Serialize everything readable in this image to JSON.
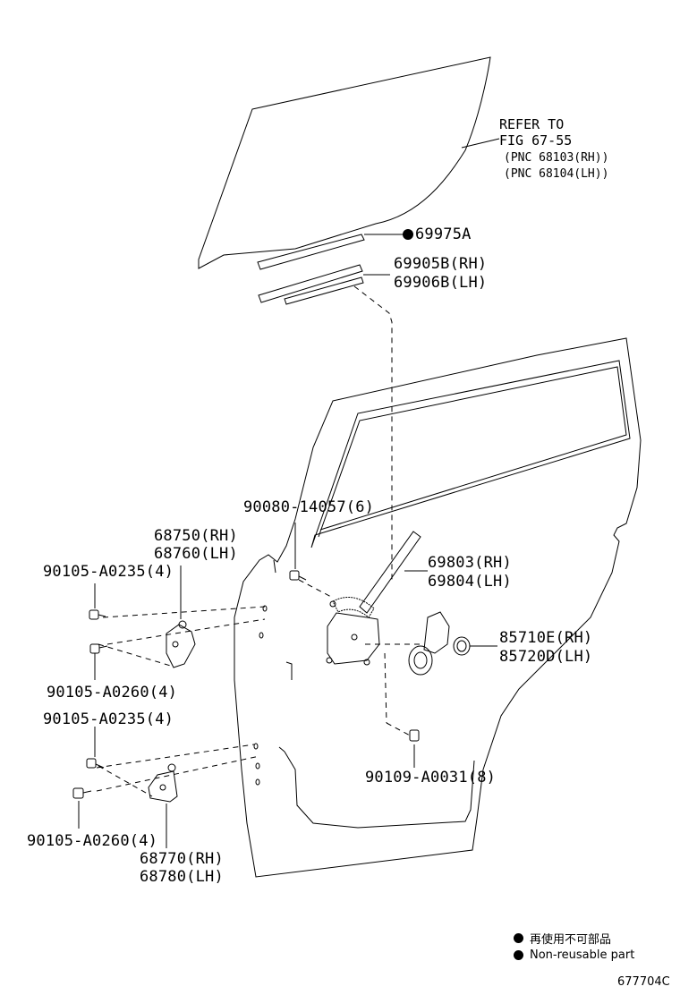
{
  "callouts": {
    "refer_line1": "REFER TO",
    "refer_line2": "FIG 67-55",
    "refer_line3": "(PNC 68103(RH))",
    "refer_line4": "(PNC 68104(LH))",
    "p69975a": "69975A",
    "p69905b": "69905B(RH)",
    "p69906b": "69906B(LH)",
    "p90080": "90080-14057(6)",
    "p68750": "68750(RH)",
    "p68760": "68760(LH)",
    "p90105_0235_upper": "90105-A0235(4)",
    "p69803": "69803(RH)",
    "p69804": "69804(LH)",
    "p85710e": "85710E(RH)",
    "p85720d": "85720D(LH)",
    "p90105_0260_upper": "90105-A0260(4)",
    "p90105_0235_lower": "90105-A0235(4)",
    "p90109": "90109-A0031(8)",
    "p90105_0260_lower": "90105-A0260(4)",
    "p68770": "68770(RH)",
    "p68780": "68780(LH)"
  },
  "legend": {
    "jp": "再使用不可部品",
    "en": "Non-reusable part"
  },
  "figure_number": "677704C",
  "colors": {
    "ink": "#000000",
    "paper": "#ffffff"
  }
}
